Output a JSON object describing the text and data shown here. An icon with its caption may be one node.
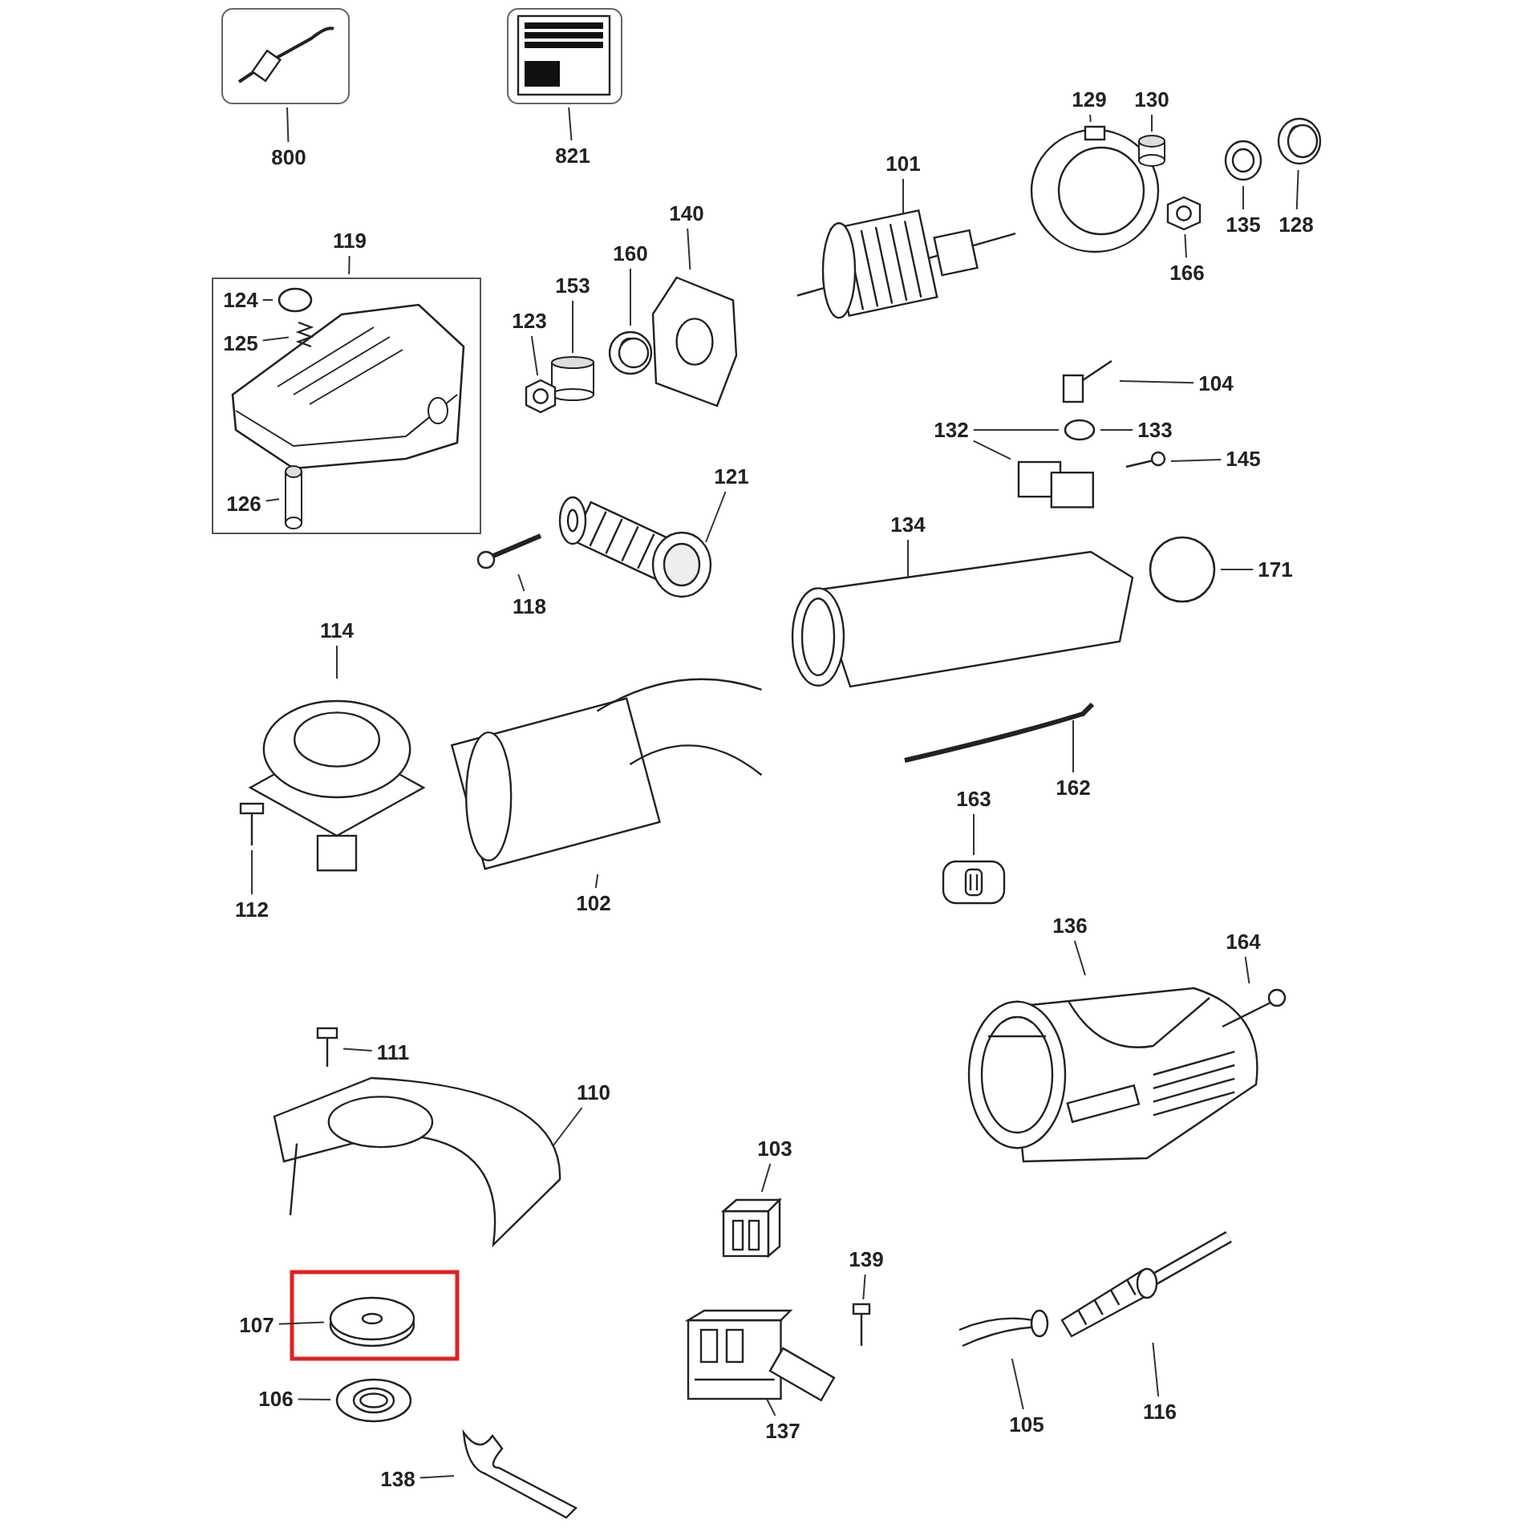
{
  "diagram": {
    "nodes": [
      {
        "text": [
          "800"
        ]
      },
      {
        "text": [],
        "shape": "box"
      },
      {
        "text": [
          "821"
        ]
      },
      {
        "text": [],
        "shape": "box"
      },
      {
        "text": [
          "129"
        ]
      },
      {
        "text": [],
        "shape": "picture"
      },
      {
        "text": [
          "130"
        ]
      },
      {
        "text": [],
        "shape": "cylinder"
      },
      {
        "text": [
          "101"
        ]
      },
      {
        "text": [],
        "shape": "picture"
      },
      {
        "text": [
          "135"
        ]
      },
      {
        "text": [],
        "shape": "picture"
      },
      {
        "text": [
          "128"
        ]
      },
      {
        "text": [],
        "shape": "picture"
      },
      {
        "text": [
          "166"
        ]
      },
      {
        "text": [],
        "shape": "picture"
      },
      {
        "text": [
          "119"
        ]
      },
      {
        "text": [],
        "shape": "box"
      },
      {
        "text": [
          "124"
        ],
        "in": 17
      },
      {
        "text": [],
        "shape": "circle",
        "in": 17
      },
      {
        "text": [
          "125"
        ],
        "in": 17
      },
      {
        "text": [],
        "shape": "picture",
        "in": 17
      },
      {
        "text": [
          "126"
        ],
        "in": 17
      },
      {
        "text": [],
        "shape": "cylinder",
        "in": 17
      },
      {
        "text": [
          "140"
        ]
      },
      {
        "text": [],
        "shape": "picture"
      },
      {
        "text": [
          "160"
        ]
      },
      {
        "text": [],
        "shape": "picture"
      },
      {
        "text": [
          "153"
        ]
      },
      {
        "text": [],
        "shape": "cylinder"
      },
      {
        "text": [
          "123"
        ]
      },
      {
        "text": [],
        "shape": "picture"
      },
      {
        "text": [
          "104"
        ]
      },
      {
        "text": [],
        "shape": "picture"
      },
      {
        "text": [
          "132"
        ]
      },
      {
        "text": [],
        "shape": "picture"
      },
      {
        "text": [
          "133"
        ]
      },
      {
        "text": [],
        "shape": "circle"
      },
      {
        "text": [
          "145"
        ]
      },
      {
        "text": [],
        "shape": "picture"
      },
      {
        "text": [
          "121"
        ]
      },
      {
        "text": [],
        "shape": "picture"
      },
      {
        "text": [
          "118"
        ]
      },
      {
        "text": [],
        "shape": "picture"
      },
      {
        "text": [
          "134"
        ]
      },
      {
        "text": [],
        "shape": "picture"
      },
      {
        "text": [
          "171"
        ]
      },
      {
        "text": [],
        "shape": "circle"
      },
      {
        "text": [
          "114"
        ]
      },
      {
        "text": [],
        "shape": "picture"
      },
      {
        "text": [
          "112"
        ]
      },
      {
        "text": [],
        "shape": "picture"
      },
      {
        "text": [
          "102"
        ]
      },
      {
        "text": [],
        "shape": "picture"
      },
      {
        "text": [
          "162"
        ]
      },
      {
        "text": [],
        "shape": "picture"
      },
      {
        "text": [
          "163"
        ]
      },
      {
        "text": [],
        "shape": "picture"
      },
      {
        "text": [
          "136"
        ]
      },
      {
        "text": [],
        "shape": "picture"
      },
      {
        "text": [
          "164"
        ]
      },
      {
        "text": [],
        "shape": "picture"
      },
      {
        "text": [
          "111"
        ]
      },
      {
        "text": [],
        "shape": "picture"
      },
      {
        "text": [
          "110"
        ]
      },
      {
        "text": [],
        "shape": "picture"
      },
      {
        "text": [
          "103"
        ]
      },
      {
        "text": [],
        "shape": "picture"
      },
      {
        "text": [
          "139"
        ]
      },
      {
        "text": [],
        "shape": "picture"
      },
      {
        "text": [
          "107"
        ]
      },
      {
        "text": [],
        "shape": "picture"
      },
      {
        "text": [
          "106"
        ]
      },
      {
        "text": [],
        "shape": "picture"
      },
      {
        "text": [
          "138"
        ]
      },
      {
        "text": [],
        "shape": "picture"
      },
      {
        "text": [
          "137"
        ]
      },
      {
        "text": [],
        "shape": "picture"
      },
      {
        "text": [
          "105"
        ]
      },
      {
        "text": [],
        "shape": "picture"
      },
      {
        "text": [
          "116"
        ]
      },
      {
        "text": [],
        "shape": "picture"
      }
    ],
    "edges": [
      {
        "from": 0,
        "to": 1,
        "arrow": "none"
      },
      {
        "from": 2,
        "to": 3,
        "arrow": "none"
      },
      {
        "from": 4,
        "to": 5,
        "arrow": "none"
      },
      {
        "from": 6,
        "to": 7,
        "arrow": "none"
      },
      {
        "from": 8,
        "to": 9,
        "arrow": "none"
      },
      {
        "from": 10,
        "to": 11,
        "arrow": "none"
      },
      {
        "from": 12,
        "to": 13,
        "arrow": "none"
      },
      {
        "from": 14,
        "to": 15,
        "arrow": "none"
      },
      {
        "from": 16,
        "to": 17,
        "arrow": "none"
      },
      {
        "from": 18,
        "to": 19,
        "arrow": "none"
      },
      {
        "from": 20,
        "to": 21,
        "arrow": "none"
      },
      {
        "from": 22,
        "to": 23,
        "arrow": "none"
      },
      {
        "from": 24,
        "to": 25,
        "arrow": "none"
      },
      {
        "from": 26,
        "to": 27,
        "arrow": "none"
      },
      {
        "from": 28,
        "to": 29,
        "arrow": "none"
      },
      {
        "from": 30,
        "to": 31,
        "arrow": "none"
      },
      {
        "from": 32,
        "to": 33,
        "arrow": "none"
      },
      {
        "from": 34,
        "to": 35,
        "arrow": "none"
      },
      {
        "from": 34,
        "to": 37,
        "arrow": "none"
      },
      {
        "from": 36,
        "to": 37,
        "arrow": "none"
      },
      {
        "from": 38,
        "to": 39,
        "arrow": "none"
      },
      {
        "from": 40,
        "to": 41,
        "arrow": "none"
      },
      {
        "from": 42,
        "to": 43,
        "arrow": "none"
      },
      {
        "from": 44,
        "to": 45,
        "arrow": "none"
      },
      {
        "from": 46,
        "to": 47,
        "arrow": "none"
      },
      {
        "from": 48,
        "to": 49,
        "arrow": "none"
      },
      {
        "from": 50,
        "to": 51,
        "arrow": "none"
      },
      {
        "from": 52,
        "to": 53,
        "arrow": "none"
      },
      {
        "from": 54,
        "to": 55,
        "arrow": "none"
      },
      {
        "from": 56,
        "to": 57,
        "arrow": "none"
      },
      {
        "from": 58,
        "to": 59,
        "arrow": "none"
      },
      {
        "from": 60,
        "to": 61,
        "arrow": "none"
      },
      {
        "from": 62,
        "to": 63,
        "arrow": "none"
      },
      {
        "from": 64,
        "to": 65,
        "arrow": "none"
      },
      {
        "from": 66,
        "to": 67,
        "arrow": "none"
      },
      {
        "from": 68,
        "to": 69,
        "arrow": "none"
      },
      {
        "from": 70,
        "to": 71,
        "arrow": "none"
      },
      {
        "from": 72,
        "to": 73,
        "arrow": "none"
      },
      {
        "from": 74,
        "to": 75,
        "arrow": "none"
      },
      {
        "from": 76,
        "to": 77,
        "arrow": "none"
      },
      {
        "from": 78,
        "to": 79,
        "arrow": "none"
      },
      {
        "from": 80,
        "to": 81,
        "arrow": "none"
      }
    ]
  }
}
